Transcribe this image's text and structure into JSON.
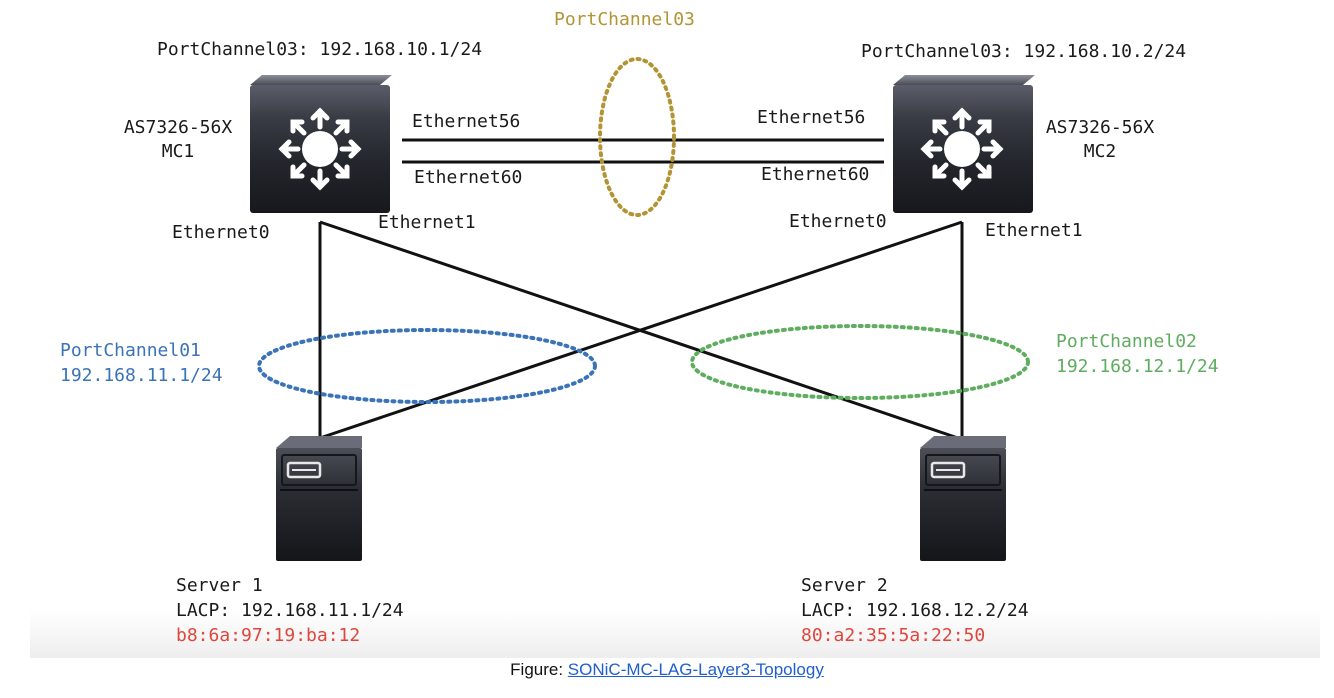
{
  "topology": {
    "peer_link": {
      "name": "PortChannel03",
      "color": "#b39434"
    },
    "mc1": {
      "ip_label": "PortChannel03: 192.168.10.1/24",
      "model": "AS7326-56X",
      "name": "MC1",
      "port_eth56": "Ethernet56",
      "port_eth60": "Ethernet60",
      "port_eth0": "Ethernet0",
      "port_eth1": "Ethernet1",
      "icon": "switch-icon"
    },
    "mc2": {
      "ip_label": "PortChannel03: 192.168.10.2/24",
      "model": "AS7326-56X",
      "name": "MC2",
      "port_eth56": "Ethernet56",
      "port_eth60": "Ethernet60",
      "port_eth0": "Ethernet0",
      "port_eth1": "Ethernet1",
      "icon": "switch-icon"
    },
    "pc01": {
      "name": "PortChannel01",
      "ip": "192.168.11.1/24",
      "color": "#3b73b9"
    },
    "pc02": {
      "name": "PortChannel02",
      "ip": "192.168.12.1/24",
      "color": "#5fad5f"
    },
    "server1": {
      "name": "Server 1",
      "lacp": "LACP: 192.168.11.1/24",
      "mac": "b8:6a:97:19:ba:12",
      "icon": "server-icon"
    },
    "server2": {
      "name": "Server 2",
      "lacp": "LACP: 192.168.12.2/24",
      "mac": "80:a2:35:5a:22:50",
      "icon": "server-icon"
    }
  },
  "caption": {
    "prefix": "Figure: ",
    "link_text": "SONiC-MC-LAG-Layer3-Topology"
  },
  "colors": {
    "mac_text": "#e0463d",
    "link_line": "#111111",
    "device_dark": "#1e1f26"
  }
}
